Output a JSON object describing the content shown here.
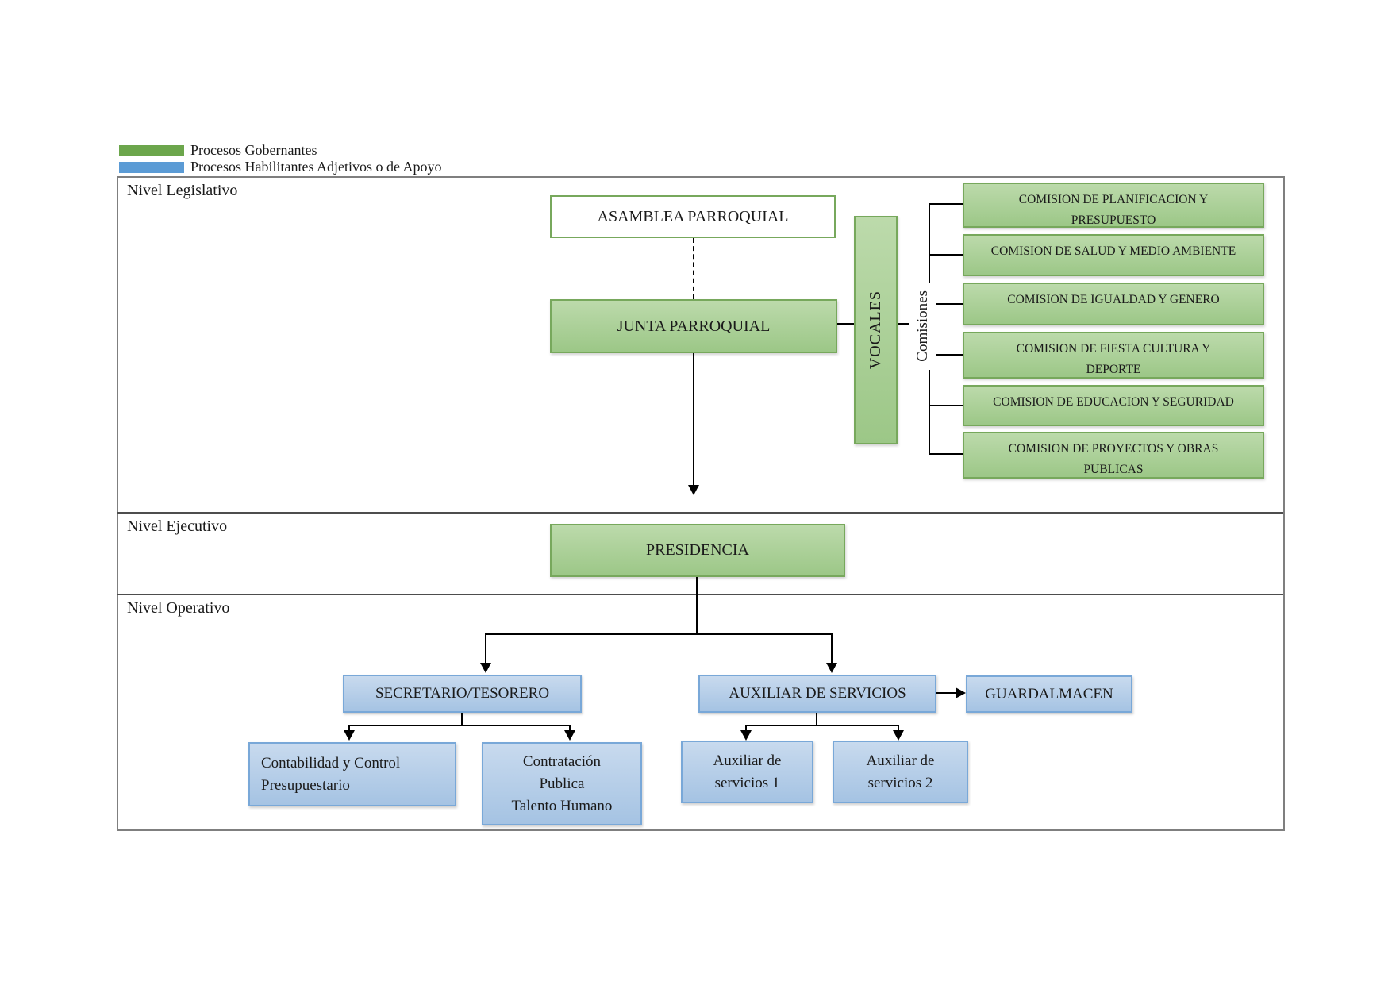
{
  "legend": {
    "governantes": {
      "label": "Procesos Gobernantes",
      "color": "#6CA64C"
    },
    "apoyo": {
      "label": "Procesos Habilitantes Adjetivos o de Apoyo",
      "color": "#5B9BD5"
    }
  },
  "sections": {
    "legislativo": "Nivel Legislativo",
    "ejecutivo": "Nivel Ejecutivo",
    "operativo": "Nivel Operativo"
  },
  "boxes": {
    "asamblea": "ASAMBLEA PARROQUIAL",
    "junta": "JUNTA PARROQUIAL",
    "vocales": "VOCALES",
    "comisiones_label": "Comisiones",
    "presidencia": "PRESIDENCIA",
    "secretario": "SECRETARIO/TESORERO",
    "auxiliar": "AUXILIAR DE SERVICIOS",
    "guardalmacen": "GUARDALMACEN",
    "contabilidad": "Contabilidad y Control\nPresupuestario",
    "contratacion": "Contratación\nPublica\nTalento Humano",
    "aux1": "Auxiliar de\nservicios 1",
    "aux2": "Auxiliar de\nservicios 2"
  },
  "comisiones": [
    "COMISION DE PLANIFICACION Y\nPRESUPUESTO",
    "COMISION DE SALUD Y MEDIO AMBIENTE",
    "COMISION DE IGUALDAD Y GENERO",
    "COMISION DE FIESTA CULTURA Y\nDEPORTE",
    "COMISION DE EDUCACION Y SEGURIDAD",
    "COMISION DE PROYECTOS Y OBRAS\nPUBLICAS"
  ],
  "colors": {
    "green_fill_top": "#BCDAAB",
    "green_fill_bottom": "#9CC787",
    "green_border": "#77A85C",
    "blue_fill_top": "#C8DAEE",
    "blue_fill_bottom": "#A5C3E3",
    "blue_border": "#79A8D8",
    "frame_border": "#7F7F7F",
    "connector": "#000000"
  }
}
